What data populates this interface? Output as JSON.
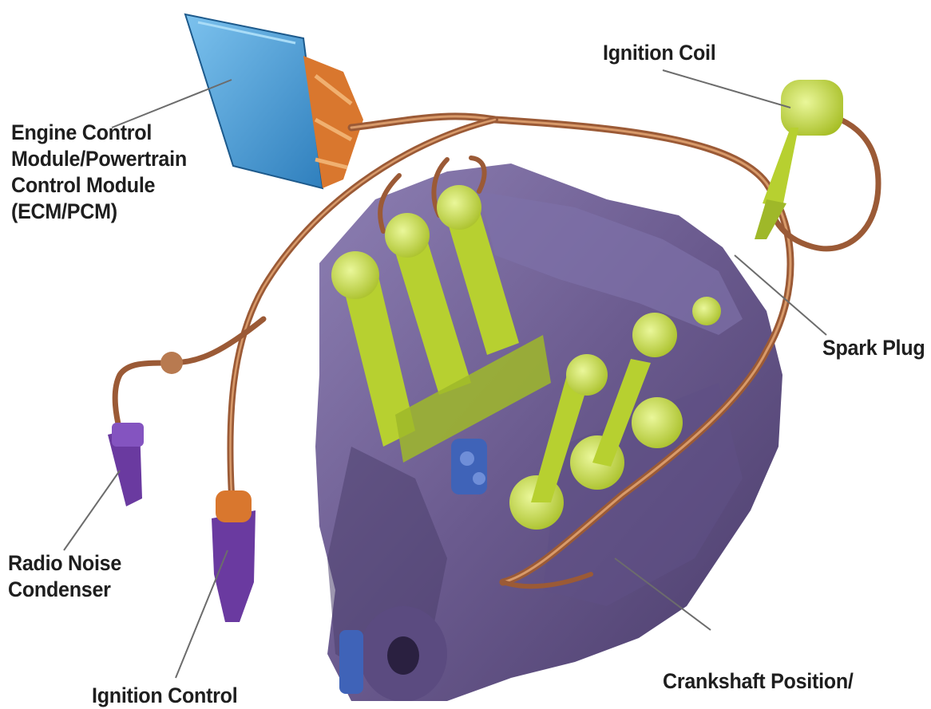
{
  "labels": {
    "ecm": {
      "lines": [
        "Engine Control",
        "Module/Powertrain",
        "Control Module",
        "(ECM/PCM)"
      ]
    },
    "ignition_coil": "Ignition Coil",
    "spark_plug": "Spark Plug",
    "radio_noise_condenser": {
      "lines": [
        "Radio Noise",
        "Condenser"
      ]
    },
    "ignition_control": "Ignition Control",
    "crankshaft_position": "Crankshaft Position/"
  },
  "colors": {
    "engine_block": "#6a5a8e",
    "engine_shadow": "#4d3f6e",
    "ecm_module": "#4a9fd8",
    "connector_orange": "#d9772e",
    "harness": "#9b5a36",
    "ignition_parts": "#c8de3c",
    "condenser": "#6a3aa0",
    "leader_lines": "#6c6c6c"
  }
}
